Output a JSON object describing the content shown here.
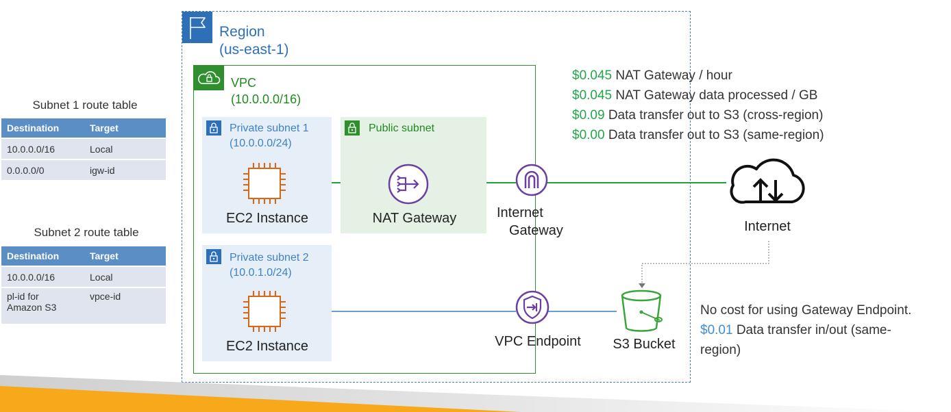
{
  "region": {
    "title": "Region",
    "subtitle": "(us-east-1)"
  },
  "vpc": {
    "title": "VPC",
    "cidr": "(10.0.0.0/16)"
  },
  "subnets": {
    "private1": {
      "title": "Private subnet 1",
      "cidr": "(10.0.0.0/24)"
    },
    "private2": {
      "title": "Private subnet 2",
      "cidr": "(10.0.1.0/24)"
    },
    "public": {
      "title": "Public subnet"
    }
  },
  "nodes": {
    "ec2_1": "EC2 Instance",
    "ec2_2": "EC2 Instance",
    "nat": "NAT Gateway",
    "igw_line1": "Internet",
    "igw_line2": "Gateway",
    "vpc_endpoint": "VPC Endpoint",
    "internet": "Internet",
    "s3": "S3 Bucket"
  },
  "route_tables": [
    {
      "title": "Subnet 1 route table",
      "headers": [
        "Destination",
        "Target"
      ],
      "rows": [
        [
          "10.0.0.0/16",
          "Local"
        ],
        [
          "0.0.0.0/0",
          "igw-id"
        ]
      ]
    },
    {
      "title": "Subnet 2 route table",
      "headers": [
        "Destination",
        "Target"
      ],
      "rows": [
        [
          "10.0.0.0/16",
          "Local"
        ],
        [
          "pl-id for",
          "vpce-id"
        ],
        [
          "Amazon S3",
          ""
        ]
      ]
    }
  ],
  "costs": [
    {
      "price": "$0.045",
      "text": " NAT Gateway / hour"
    },
    {
      "price": "$0.045",
      "text": " NAT Gateway data processed / GB"
    },
    {
      "price": "$0.09",
      "text": " Data transfer out to S3 (cross-region)"
    },
    {
      "price": "$0.00",
      "text": " Data transfer out to S3 (same-region)"
    }
  ],
  "endpoint_note": {
    "line1": "No cost for using Gateway Endpoint.",
    "price": "$0.01",
    "line2": " Data transfer in/out (same-",
    "line3": "region)"
  },
  "colors": {
    "region_blue": "#2e70b8",
    "vpc_green": "#2f8f2f",
    "ec2_orange": "#d86613",
    "nat_purple": "#6b3fa0",
    "price_green": "#22a64a",
    "price_blue": "#3d8fd0",
    "stripe_orange": "#f7a81b"
  }
}
